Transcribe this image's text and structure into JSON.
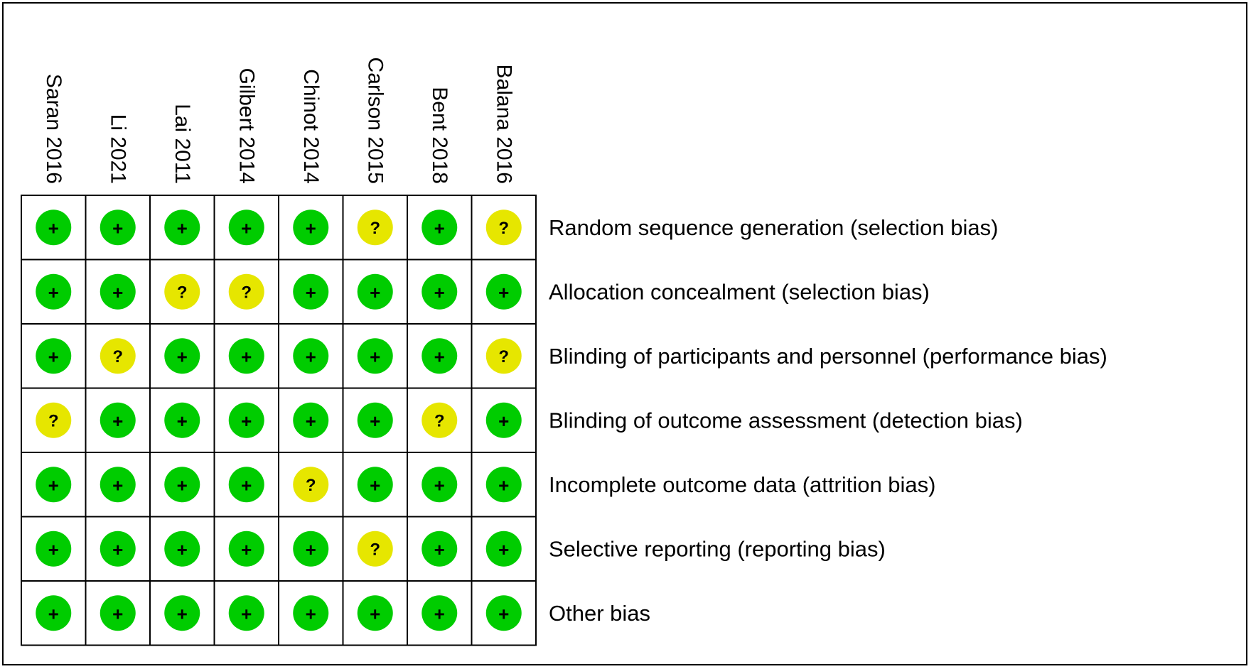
{
  "chart_data": {
    "type": "table",
    "studies": [
      "Saran 2016",
      "Li 2021",
      "Lai 2011",
      "Gilbert 2014",
      "Chinot 2014",
      "Carlson 2015",
      "Bent 2018",
      "Balana 2016"
    ],
    "domains": [
      "Random sequence generation (selection bias)",
      "Allocation concealment (selection bias)",
      "Blinding of participants and personnel (performance bias)",
      "Blinding of outcome assessment (detection bias)",
      "Incomplete outcome data (attrition bias)",
      "Selective reporting (reporting bias)",
      "Other bias"
    ],
    "judgements": [
      [
        "+",
        "+",
        "+",
        "+",
        "+",
        "?",
        "+",
        "?"
      ],
      [
        "+",
        "+",
        "?",
        "?",
        "+",
        "+",
        "+",
        "+"
      ],
      [
        "+",
        "?",
        "+",
        "+",
        "+",
        "+",
        "+",
        "?"
      ],
      [
        "?",
        "+",
        "+",
        "+",
        "+",
        "+",
        "?",
        "+"
      ],
      [
        "+",
        "+",
        "+",
        "+",
        "?",
        "+",
        "+",
        "+"
      ],
      [
        "+",
        "+",
        "+",
        "+",
        "+",
        "?",
        "+",
        "+"
      ],
      [
        "+",
        "+",
        "+",
        "+",
        "+",
        "+",
        "+",
        "+"
      ]
    ],
    "legend_colors": {
      "+": "#00cc00",
      "?": "#e6e600"
    }
  }
}
